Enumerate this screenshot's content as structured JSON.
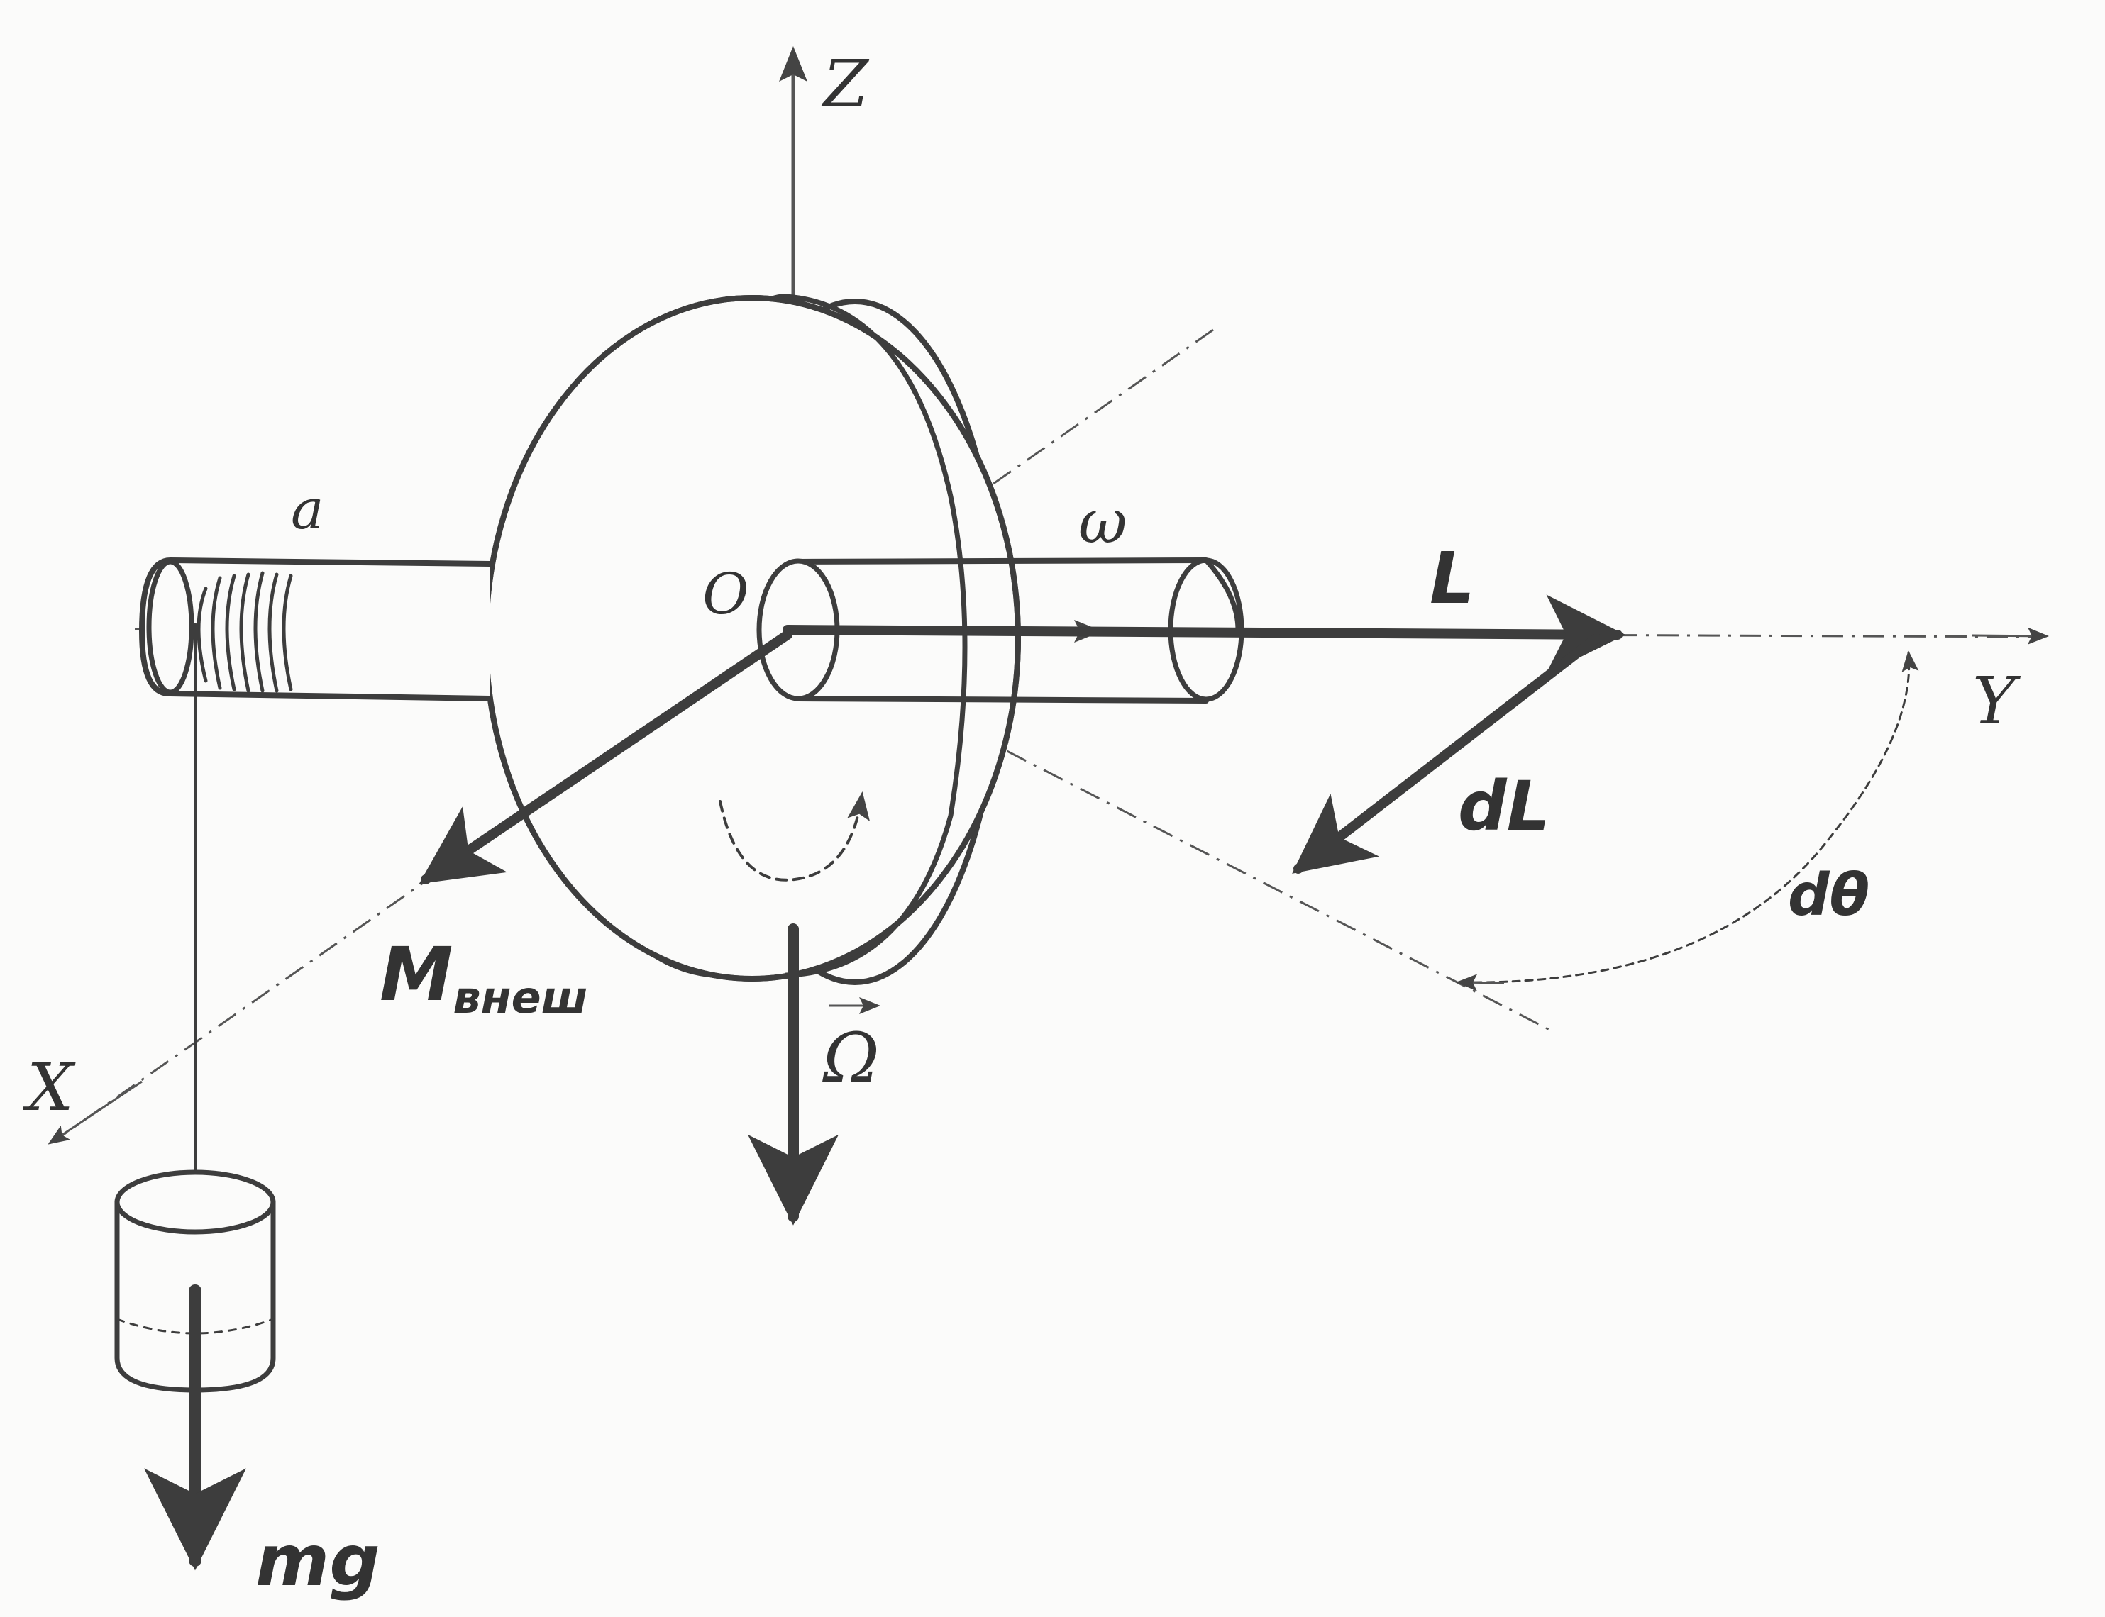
{
  "labels": {
    "axis_z": "Z",
    "axis_y": "Y",
    "axis_x": "X",
    "origin": "O",
    "axle_mark": "a",
    "omega": "ω",
    "angular_momentum": "L",
    "delta_L": "dL",
    "delta_theta": "dθ",
    "torque_main": "M",
    "torque_sub": "внеш",
    "precession": "Ω",
    "weight": "mg"
  },
  "colors": {
    "ink": "#3d3d3d",
    "paper": "#fbfbfa"
  }
}
